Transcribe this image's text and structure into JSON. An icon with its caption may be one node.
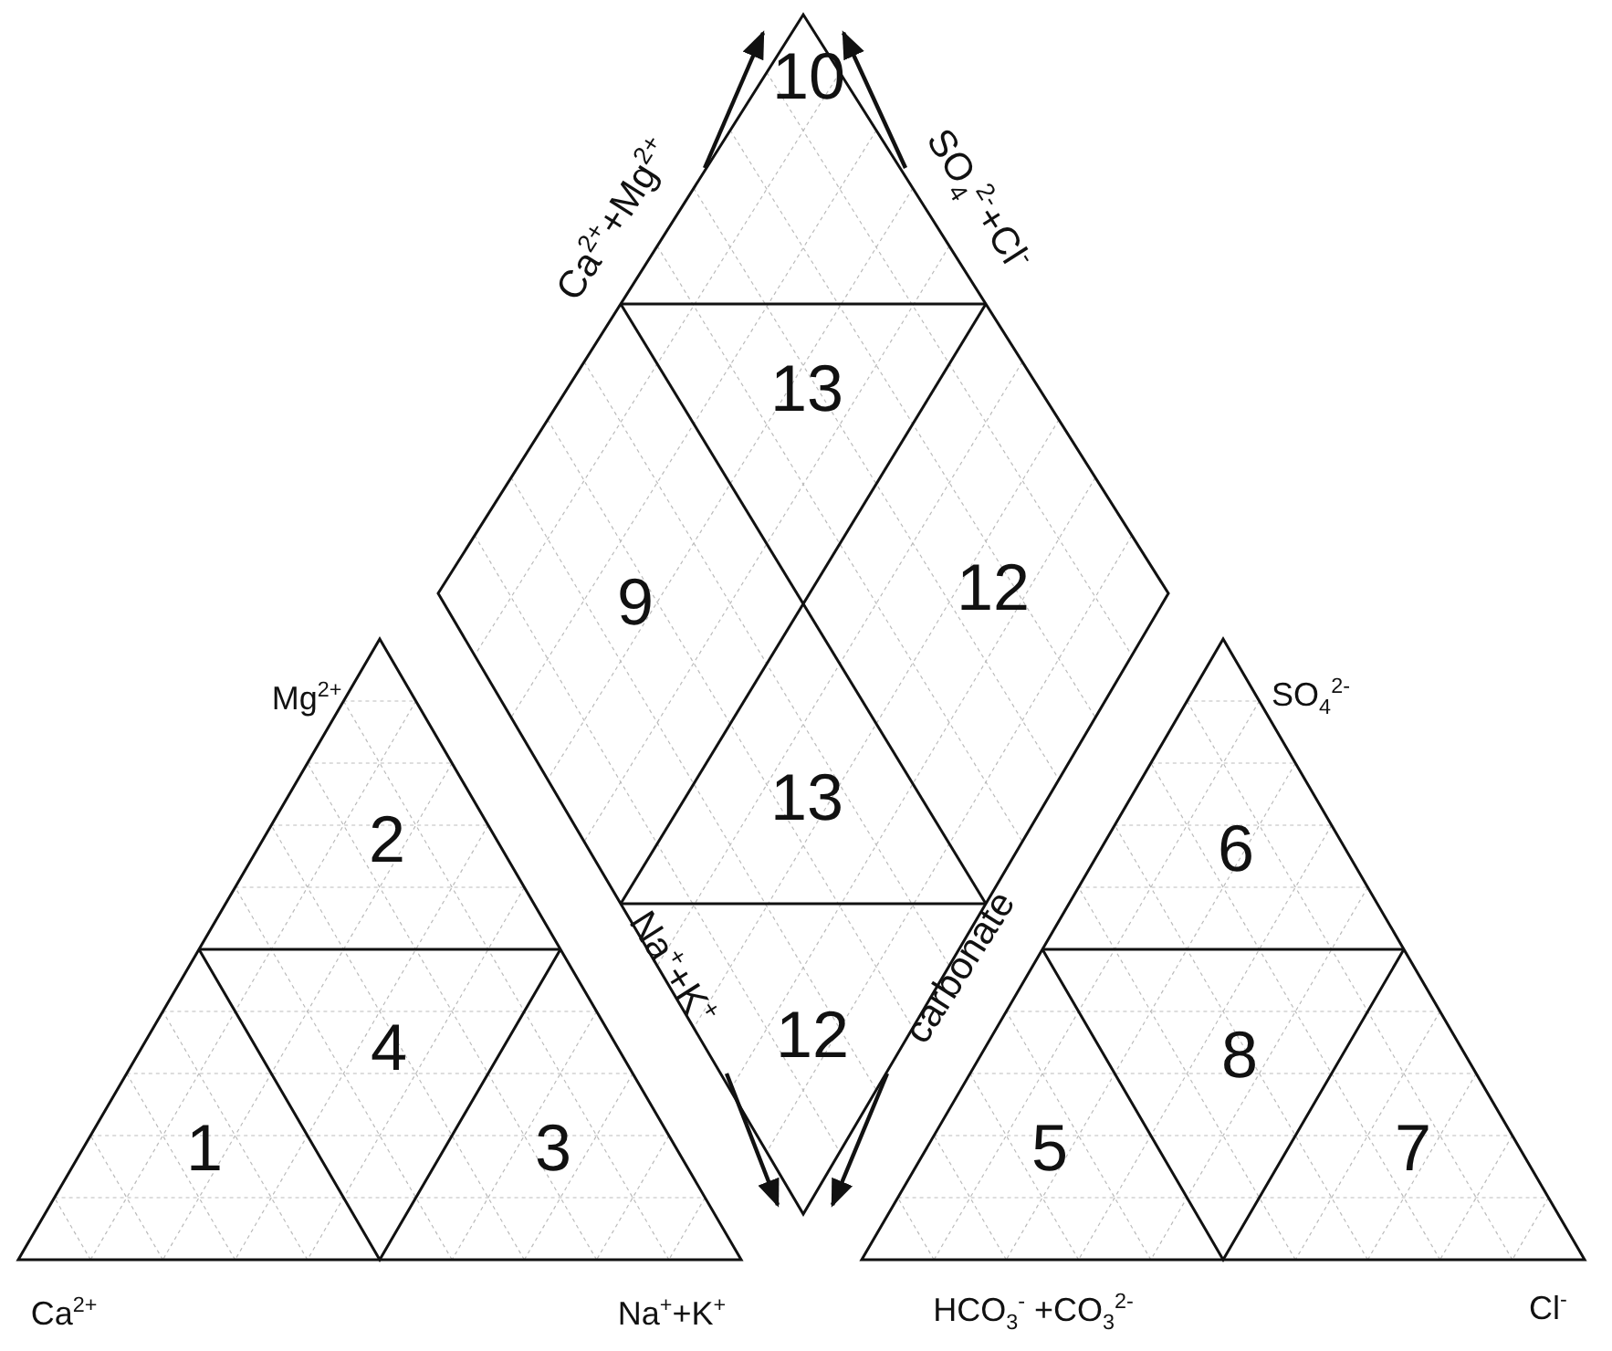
{
  "diagram": {
    "labels": [
      "Ca$^{2+}$+Mg$^{2+}$",
      "10",
      "SO$_{4}$$^{2-}$+Cl$^{-}$",
      "13",
      "9",
      "12",
      "Mg$^{2+}$",
      "SO$_{4}$$^{2-}$",
      "13",
      "2",
      "6",
      "Na$^{+}$+K$^{+}$",
      "carbonate",
      "4",
      "12",
      "8",
      "1",
      "3",
      "5",
      "7",
      "Ca$^{2+}$",
      "Na$^{+}$+K$^{+}$",
      "HCO$_{3}$$^{-}$ +CO$_{3}$$^{2-}$",
      "Cl$^{-}$"
    ]
  }
}
